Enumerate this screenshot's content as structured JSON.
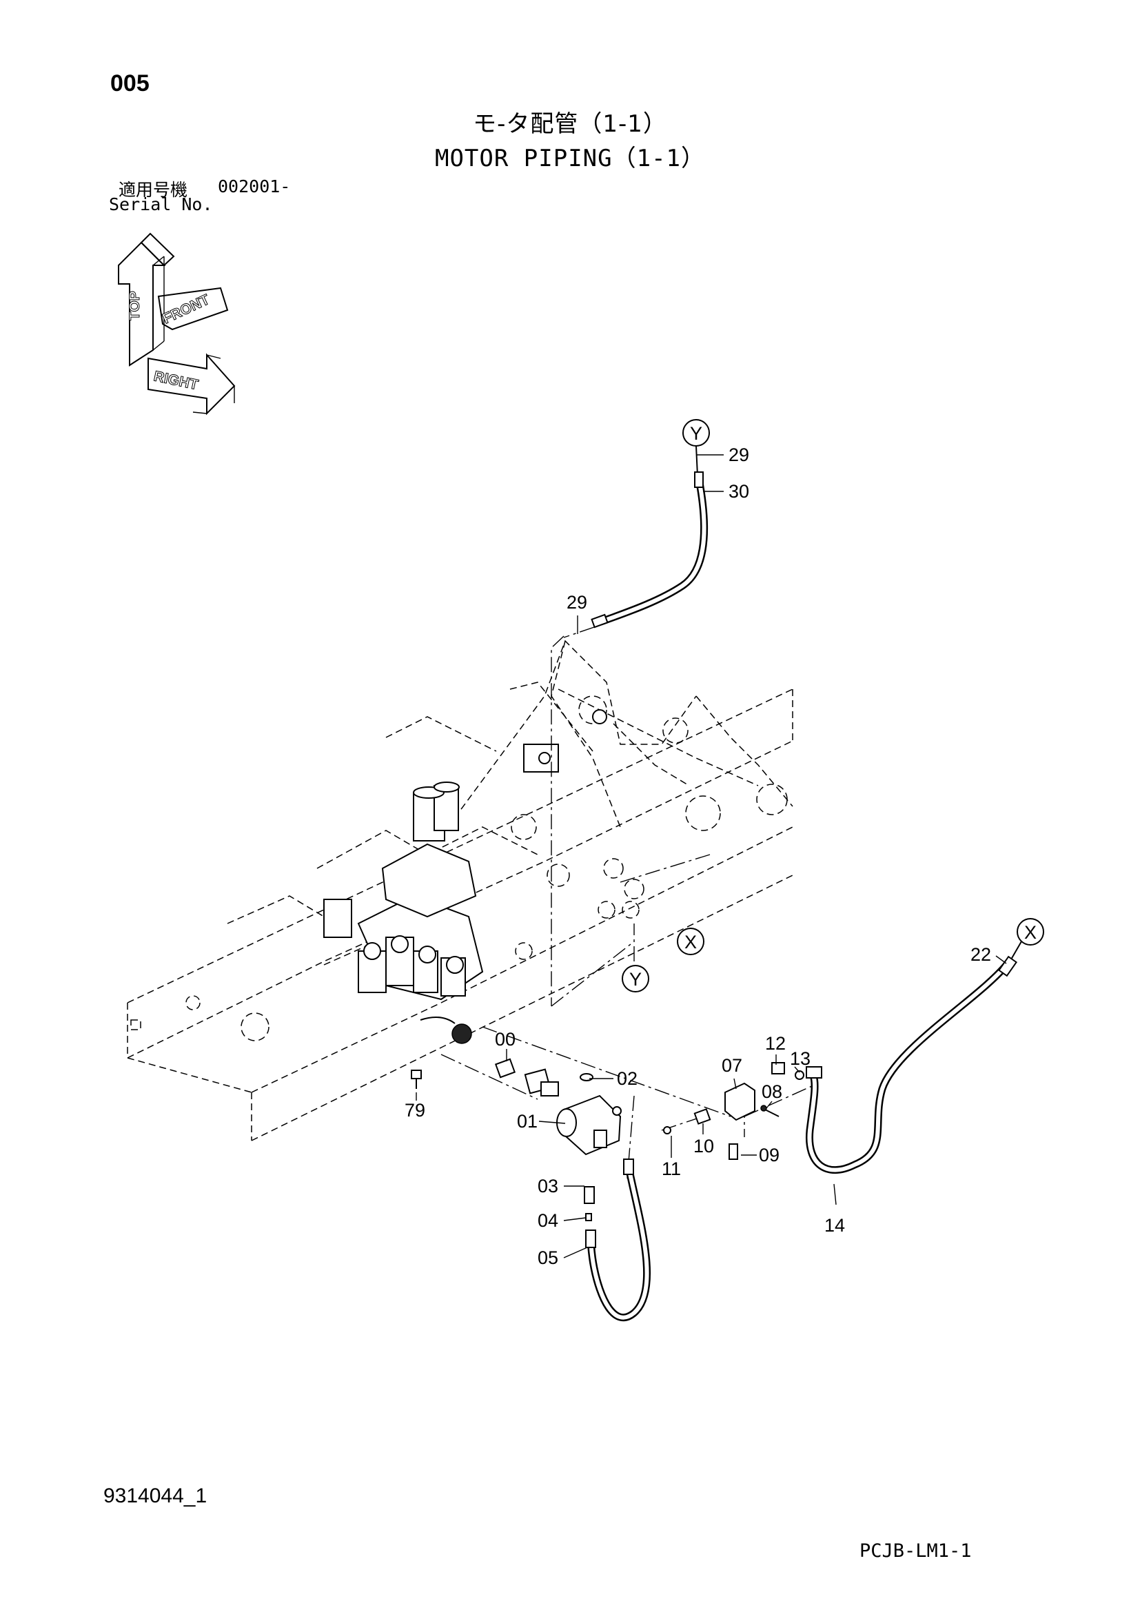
{
  "header": {
    "page_number": "005",
    "title_jp": "モ-タ配管（1-1）",
    "title_en": "MOTOR PIPING（1-1）",
    "serial_label_jp": "適用号機",
    "serial_value": "002001-",
    "serial_label_en": "Serial No."
  },
  "orientation": {
    "top": "TOP",
    "front": "FRONT",
    "right": "RIGHT"
  },
  "reference_markers": [
    "X",
    "Y"
  ],
  "callouts": {
    "00": "00",
    "01": "01",
    "02": "02",
    "03": "03",
    "04": "04",
    "05": "05",
    "07": "07",
    "08": "08",
    "09": "09",
    "10": "10",
    "11": "11",
    "12": "12",
    "13": "13",
    "14": "14",
    "22": "22",
    "29": "29",
    "30": "30",
    "79": "79"
  },
  "footer": {
    "doc_id": "9314044_1",
    "page_code": "PCJB-LM1-1"
  }
}
